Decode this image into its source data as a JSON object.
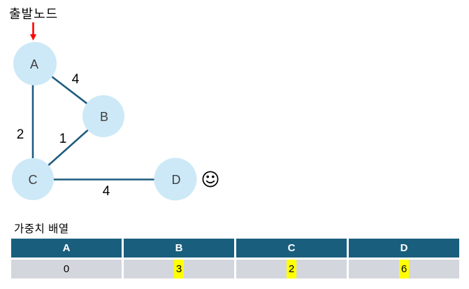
{
  "annotation": {
    "start_node_label": "출발노드"
  },
  "graph": {
    "nodes": [
      {
        "label": "A"
      },
      {
        "label": "B"
      },
      {
        "label": "C"
      },
      {
        "label": "D"
      }
    ],
    "edges": [
      {
        "from": "A",
        "to": "B",
        "weight": "4"
      },
      {
        "from": "A",
        "to": "C",
        "weight": "2"
      },
      {
        "from": "B",
        "to": "C",
        "weight": "1"
      },
      {
        "from": "C",
        "to": "D",
        "weight": "4"
      }
    ],
    "decoration": "smiley-face"
  },
  "weight_table": {
    "title": "가중치 배열",
    "headers": [
      "A",
      "B",
      "C",
      "D"
    ],
    "values": [
      {
        "text": "0",
        "highlighted": false
      },
      {
        "text": "3",
        "highlighted": true
      },
      {
        "text": "2",
        "highlighted": true
      },
      {
        "text": "6",
        "highlighted": true
      }
    ]
  },
  "colors": {
    "node_fill": "#cde9f7",
    "edge": "#1f5c80",
    "table_header_bg": "#1a5e7d",
    "table_row_bg": "#d3d7dd",
    "highlight": "#ffff00",
    "arrow": "#ff0000"
  }
}
